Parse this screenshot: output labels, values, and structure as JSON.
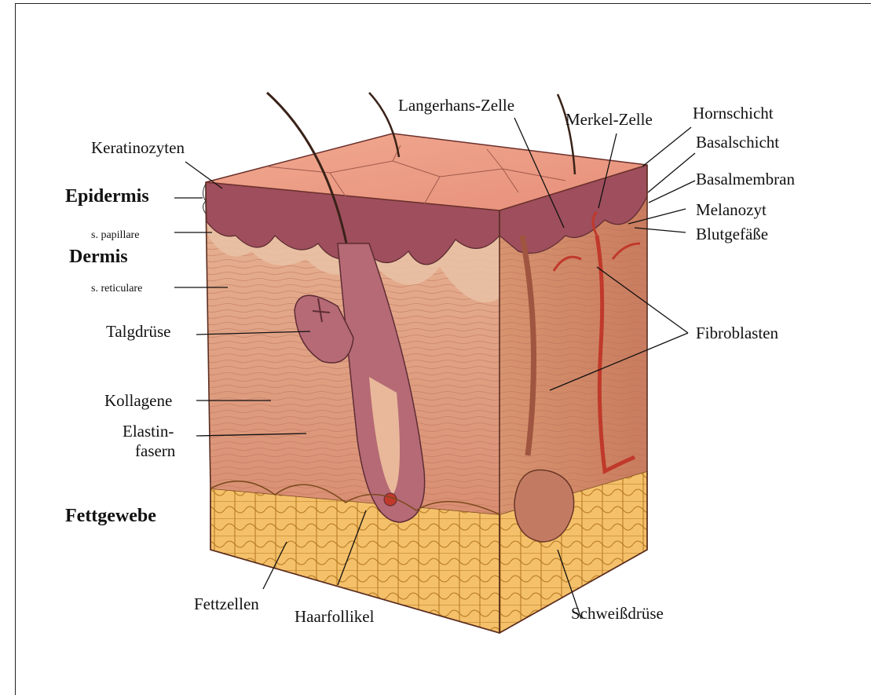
{
  "layers": {
    "epidermis": "Epidermis",
    "dermis": "Dermis",
    "fat": "Fettgewebe",
    "papillare": "s. papillare",
    "reticulare": "s. reticulare"
  },
  "labels": {
    "keratinozyten": "Keratinozyten",
    "langerhans": "Langerhans-Zelle",
    "merkel": "Merkel-Zelle",
    "hornschicht": "Hornschicht",
    "basalschicht": "Basalschicht",
    "basalmembran": "Basalmembran",
    "melanozyt": "Melanozyt",
    "blutgefaesse": "Blutgefäße",
    "fibroblasten": "Fibroblasten",
    "talgdruese": "Talgdrüse",
    "kollagene": "Kollagene",
    "elastin_1": "Elastin-",
    "elastin_2": "fasern",
    "fettzellen": "Fettzellen",
    "haarfollikel": "Haarfollikel",
    "schweissdruese": "Schweißdrüse"
  }
}
